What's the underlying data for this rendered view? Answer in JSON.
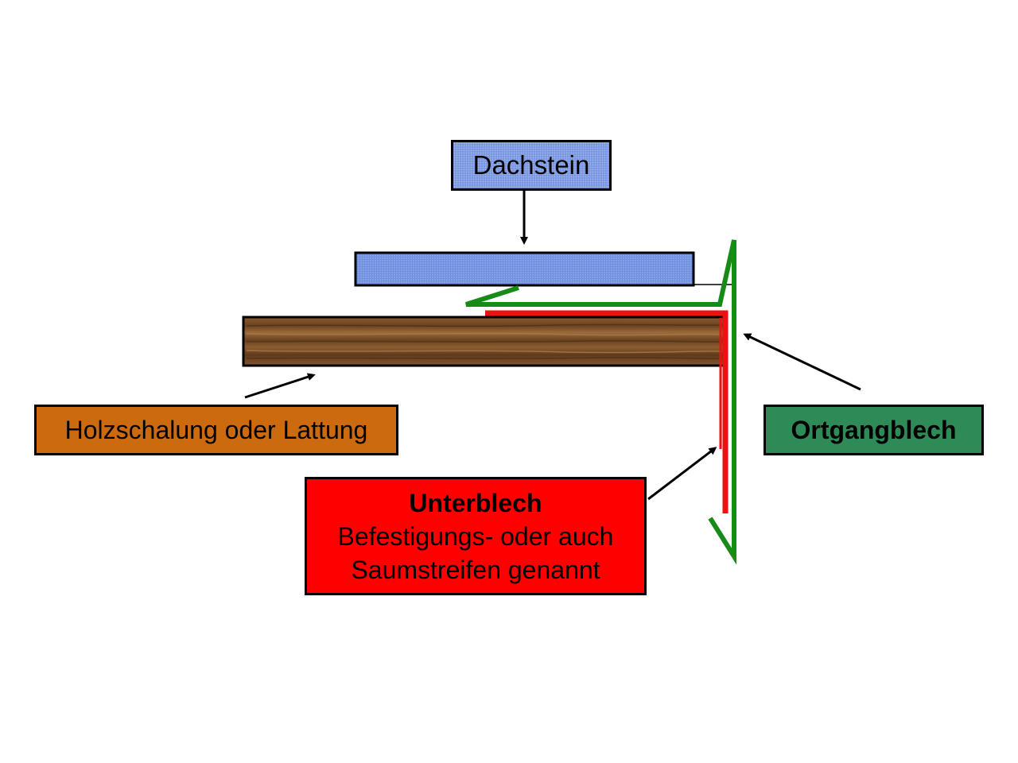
{
  "labels": {
    "dachstein": "Dachstein",
    "holzschalung": "Holzschalung oder Lattung",
    "ortgangblech": "Ortgangblech",
    "unterblech_title": "Unterblech",
    "unterblech_line1": "Befestigungs- oder auch",
    "unterblech_line2": "Saumstreifen genannt"
  },
  "colors": {
    "dachstein_fill": "#6f8fe0",
    "wood_fill": "#7a4e2a",
    "ortgang_line": "#178a17",
    "unterblech_line": "#ee1111",
    "holz_label_fill": "#cc6a0f",
    "ortgang_label_fill": "#2e8b57",
    "unterblech_label_fill": "#ff0000"
  }
}
